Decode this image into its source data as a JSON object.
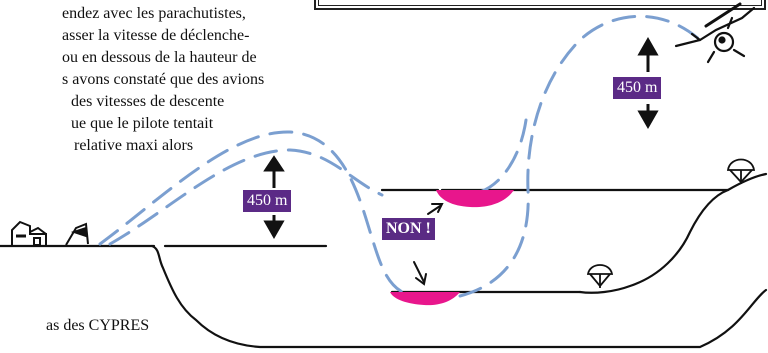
{
  "text_lines": [
    "endez avec les parachutistes,",
    "asser la vitesse de déclenche-",
    "ou en dessous de la hauteur de",
    "s avons constaté que des avions",
    "des vitesses de descente",
    "ue que le pilote tentait",
    "relative maxi alors"
  ],
  "footer_text": "as des CYPRES",
  "labels": {
    "altitude_top": "450 m",
    "altitude_left": "450 m",
    "warning": "NON !"
  },
  "colors": {
    "flight_path": "#7b9fd0",
    "canopy_zone": "#e8168c",
    "label_bg": "#5b2a86",
    "ground_line": "#111111"
  },
  "icons": [
    "airplane-icon",
    "parachute-icon",
    "building-icon",
    "windsock-icon",
    "arrow-icon"
  ]
}
